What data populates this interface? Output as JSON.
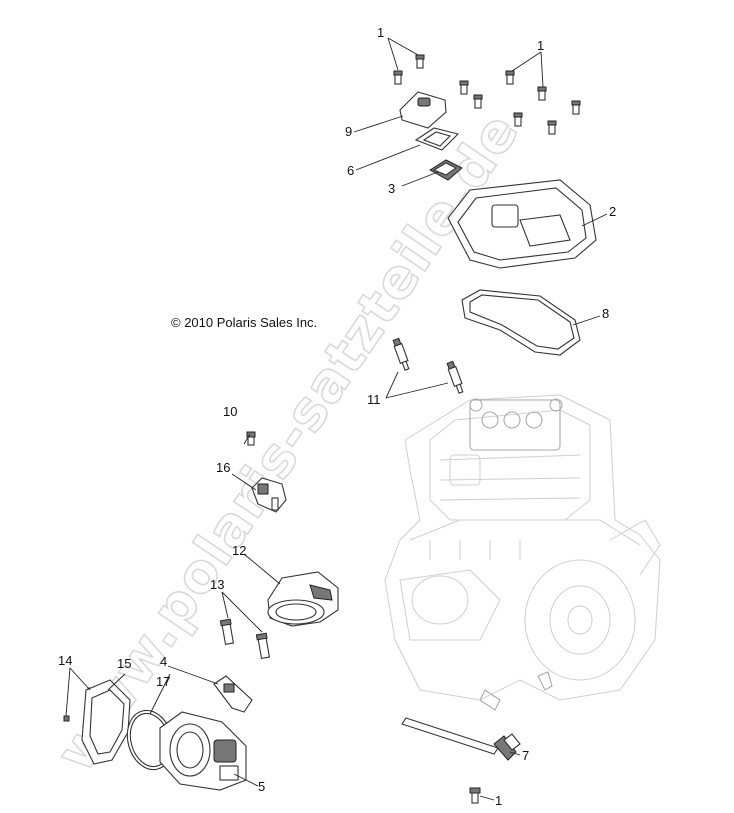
{
  "copyright": "© 2010 Polaris Sales Inc.",
  "watermark": "www.polaris-satzteile.de",
  "callouts": [
    "1",
    "1",
    "2",
    "3",
    "4",
    "5",
    "6",
    "7",
    "8",
    "9",
    "10",
    "11",
    "12",
    "13",
    "14",
    "15",
    "16",
    "17",
    "1"
  ]
}
